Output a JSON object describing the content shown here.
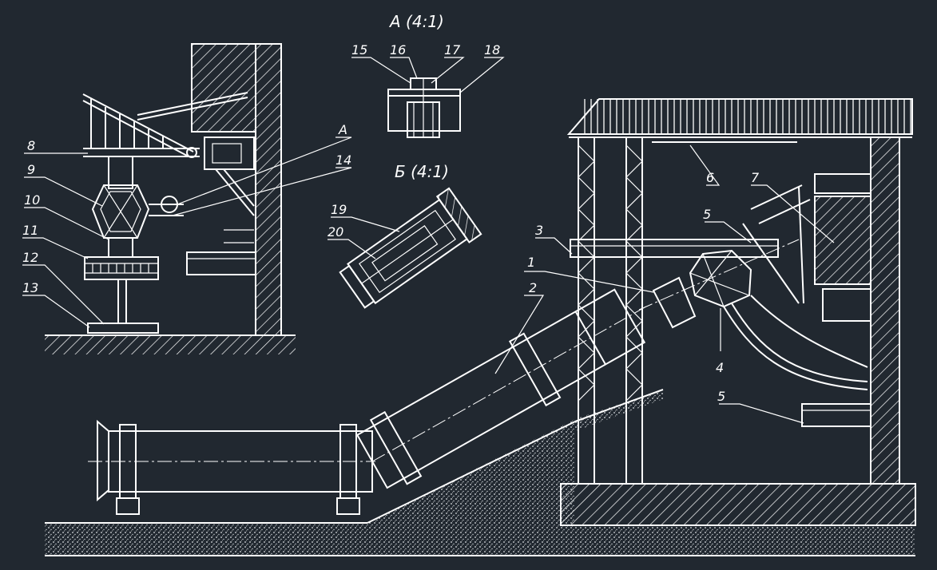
{
  "drawing": {
    "view_a_title": "А (4:1)",
    "view_b_title": "Б (4:1)",
    "callouts": {
      "c1": "1",
      "c2": "2",
      "c3": "3",
      "c4": "4",
      "c5a": "5",
      "c5b": "5",
      "c6": "6",
      "c7": "7",
      "c8": "8",
      "c9": "9",
      "c10": "10",
      "c11": "11",
      "c12": "12",
      "c13": "13",
      "c14": "14",
      "cA": "А",
      "c15": "15",
      "c16": "16",
      "c17": "17",
      "c18": "18",
      "c19": "19",
      "c20": "20"
    }
  }
}
